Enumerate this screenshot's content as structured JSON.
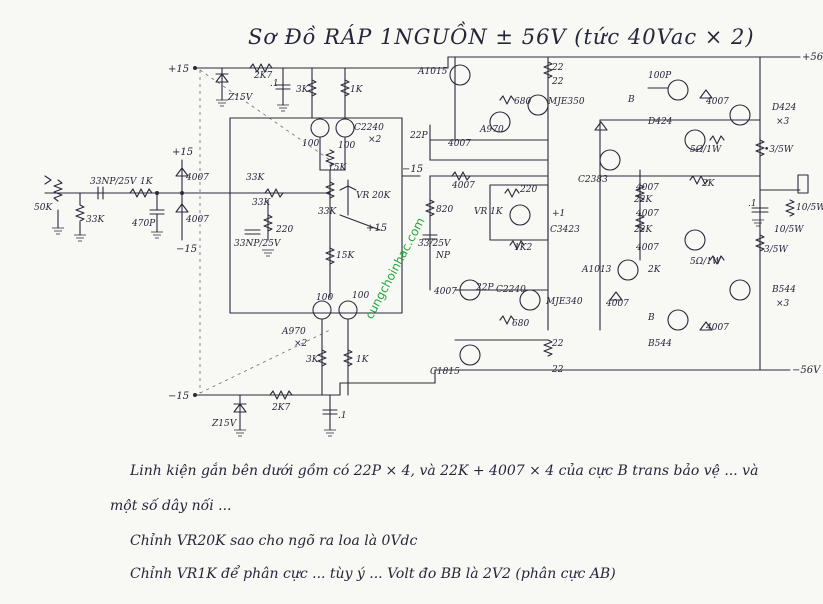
{
  "title": "Sơ Đồ RÁP 1NGUỒN ± 56V (tức 40Vac × 2)",
  "rails": {
    "pos56": "+56V",
    "neg56": "−56V",
    "pos15_top": "+15",
    "neg15_bottom": "−15",
    "pos15_mid": "+15",
    "neg15_mid": "−15",
    "pos15_vr": "+15",
    "neg15_mid2": "−15",
    "pos15_zener": "+15"
  },
  "labels": {
    "z15_top": "Z15V",
    "r2k7_top": "2K7",
    "c1_top": ".1",
    "r3k_a": "3K",
    "r1k_a": "1K",
    "a1015": "A1015",
    "r22_a": "22",
    "r22_b": "22",
    "r680_a": "680",
    "mje350": "MJE350",
    "c100p": "100P",
    "b_top": "B",
    "d4007_top": "4007",
    "d424_a": "D424",
    "d424_b": "D424",
    "x3_top": "×3",
    "r5_1w_top": "5Ω/1W",
    "r3_5w_top": "•3/5W",
    "r2k_top": "2K",
    "c2240_top": "C2240",
    "x2_top": "×2",
    "r100_a": "100",
    "r100_b": "100",
    "c22p_a": "22P",
    "d4007_a": "4007",
    "a970_top": "A970",
    "d4007_b": "4007",
    "c33np": "33NP/25V",
    "r1k_in": "1K",
    "r50k": "50K",
    "r33k_in": "33K",
    "c470p": "470P",
    "d4007_c": "4007",
    "d4007_d": "4007",
    "r15k_a": "15K",
    "r33k_fb": "33K",
    "r33k_vr": "33K",
    "vr20k": "VR 20K",
    "r33k_b": "33K",
    "c33np_b": "33NP/25V",
    "r220": "220",
    "r15k_b": "15K",
    "r820": "820",
    "c33_25v": "33/25V",
    "np": "NP",
    "r220_b": "220",
    "vr1k": "VR 1K",
    "c1_mid": "+1",
    "r1k2": "1K2",
    "c3423": "C3423",
    "c2383": "C2383",
    "d4007_e": "4007",
    "r22k_a": "22K",
    "d4007_f": "4007",
    "r22k_b": "22K",
    "d4007_g": "4007",
    "a1013": "A1013",
    "r2k_b": "2K",
    "r5_1w_b": "5Ω/1W",
    "c1_out": ".1",
    "r10_5w_a": "10/5W",
    "r10_5w_b": "10/5W",
    "r3_5w_b": "3/5W",
    "d4007_h": "4007",
    "c22p_b": "22P",
    "c2240_b": "C2240",
    "r680_b": "680",
    "mje340": "MJE340",
    "r100_c": "100",
    "r100_d": "100",
    "a970_b": "A970",
    "x2_b": "×2",
    "r3k_b": "3K",
    "r1k_b": "1K",
    "c1815": "C1815",
    "r22_c": "22",
    "r22_d": "22",
    "b_bot": "B",
    "d4007_i": "4007",
    "d4007_j": "4007",
    "b544_a": "B544",
    "b544_b": "B544",
    "x3_bot": "×3",
    "z15_bot": "Z15V",
    "r2k7_bot": "2K7",
    "c1_bot": ".1"
  },
  "watermark": "cungchoinhac.com",
  "notes": [
    "Linh kiện gắn bên dưới gồm có 22P × 4, và 22K + 4007 × 4 của cực B trans bảo vệ ... và",
    "một số dây nối ...",
    "Chỉnh VR20K sao cho ngõ ra loa là 0Vdc",
    "Chỉnh VR1K để phân cực ... tùy ý ... Volt đo BB là 2V2 (phân cực AB)"
  ]
}
